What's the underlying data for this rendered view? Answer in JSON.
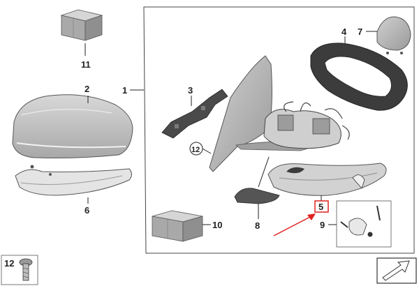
{
  "callouts": {
    "c1": "1",
    "c2": "2",
    "c3": "3",
    "c4": "4",
    "c5": "5",
    "c6": "6",
    "c7": "7",
    "c8": "8",
    "c9": "9",
    "c10": "10",
    "c11": "11",
    "c12_circled": "12",
    "c12_legend": "12"
  },
  "colors": {
    "highlight_box": "#e02020",
    "arrow": "#e02020",
    "part_fill": "#c9c9c9",
    "line": "#222222"
  },
  "icons": [
    "screw-icon",
    "navigation-arrow-icon"
  ]
}
